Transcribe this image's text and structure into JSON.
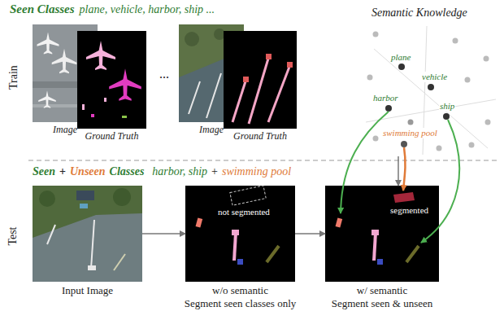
{
  "diagram": {
    "nodes": [
      {
        "text": [
          "Image"
        ]
      },
      {
        "text": [
          "Ground Truth"
        ]
      },
      {
        "text": [
          "Image"
        ]
      },
      {
        "text": [
          "Ground Truth"
        ]
      },
      {
        "text": [
          "Semantic Knowledge"
        ]
      },
      {
        "text": [
          "Input Image"
        ]
      },
      {
        "text": [
          "not segmented",
          "w/o semantic",
          "Segment seen classes only"
        ]
      },
      {
        "text": [
          "segmented",
          "w/ semantic",
          "Segment seen & unseen"
        ]
      }
    ],
    "edges": [
      {
        "from": 5,
        "to": 6,
        "arrow": "to"
      },
      {
        "from": 6,
        "to": 7,
        "arrow": "to"
      },
      {
        "from": 4,
        "to": 7,
        "arrow": "to"
      }
    ],
    "labels": [
      "Seen Classes",
      "plane, vehicle, harbor, ship ...",
      "Train",
      "...",
      "plane",
      "vehicle",
      "harbor",
      "ship",
      "swimming pool",
      "Test",
      "Seen",
      "+",
      "Unseen",
      "Classes",
      "harbor, ship",
      "+",
      "swimming pool"
    ]
  }
}
